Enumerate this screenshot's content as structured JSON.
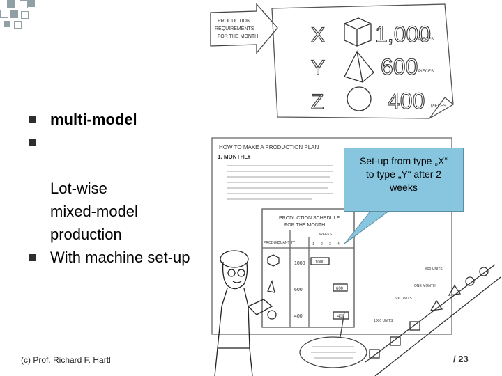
{
  "bullets": [
    {
      "text": "multi-model",
      "bold": true
    },
    {
      "text": "Lot-wise\nmixed-model\nproduction",
      "bold": false
    },
    {
      "text": "With machine set-up",
      "bold": false
    }
  ],
  "callout": {
    "text": "Set-up from type „X“\nto type „Y“ after 2\nweeks"
  },
  "poster": {
    "arrow_text": [
      "PRODUCTION",
      "REQUIREMENTS",
      "FOR THE MONTH"
    ],
    "rows": [
      {
        "type": "X",
        "qty": "1,000",
        "unit": "PIECES"
      },
      {
        "type": "Y",
        "qty": "600",
        "unit": "PIECES"
      },
      {
        "type": "Z",
        "qty": "400",
        "unit": "PIECES"
      }
    ]
  },
  "plan_sheet": {
    "title": "HOW TO MAKE A PRODUCTION PLAN",
    "section": "1. MONTHLY",
    "schedule_title": [
      "PRODUCTION SCHEDULE",
      "FOR THE MONTH"
    ],
    "col_product": "PRODUCT",
    "col_quantity": "QUANTITY",
    "col_weeks": "WEEKS",
    "week_numbers": [
      "1",
      "2",
      "3",
      "4"
    ],
    "quantities": [
      "1000",
      "600",
      "400"
    ],
    "bar_labels": [
      "1000",
      "600",
      "400"
    ]
  },
  "conveyor": {
    "labels": [
      "600 UNITS",
      "ONE MONTH",
      "600 UNITS",
      "1000 UNITS"
    ]
  },
  "footer": {
    "left": "(c) Prof. Richard F. Hartl",
    "right": "/ 23"
  }
}
